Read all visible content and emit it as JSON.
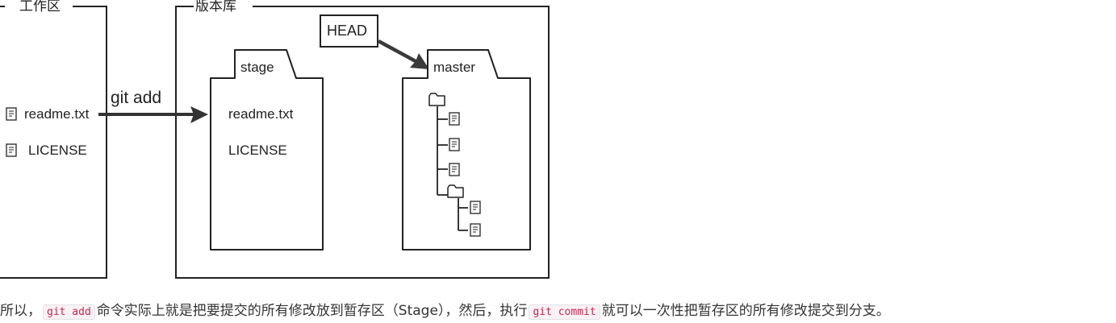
{
  "diagram": {
    "workspace_label": "工作区",
    "repository_label": "版本库",
    "head_label": "HEAD",
    "stage_label": "stage",
    "master_label": "master",
    "git_add_label": "git add",
    "workspace_files": [
      "readme.txt",
      "LICENSE"
    ],
    "stage_files": [
      "readme.txt",
      "LICENSE"
    ],
    "icons": {
      "file": "file-icon",
      "folder": "folder-icon"
    },
    "colors": {
      "line": "#222222",
      "arrow": "#3a3a3a",
      "code_text": "#c7254e",
      "code_bg": "#f9f2f4"
    }
  },
  "caption": {
    "part1": "所以，",
    "code1": "git add",
    "part2": "命令实际上就是把要提交的所有修改放到暂存区（Stage），然后，执行",
    "code2": "git commit",
    "part3": "就可以一次性把暂存区的所有修改提交到分支。"
  }
}
